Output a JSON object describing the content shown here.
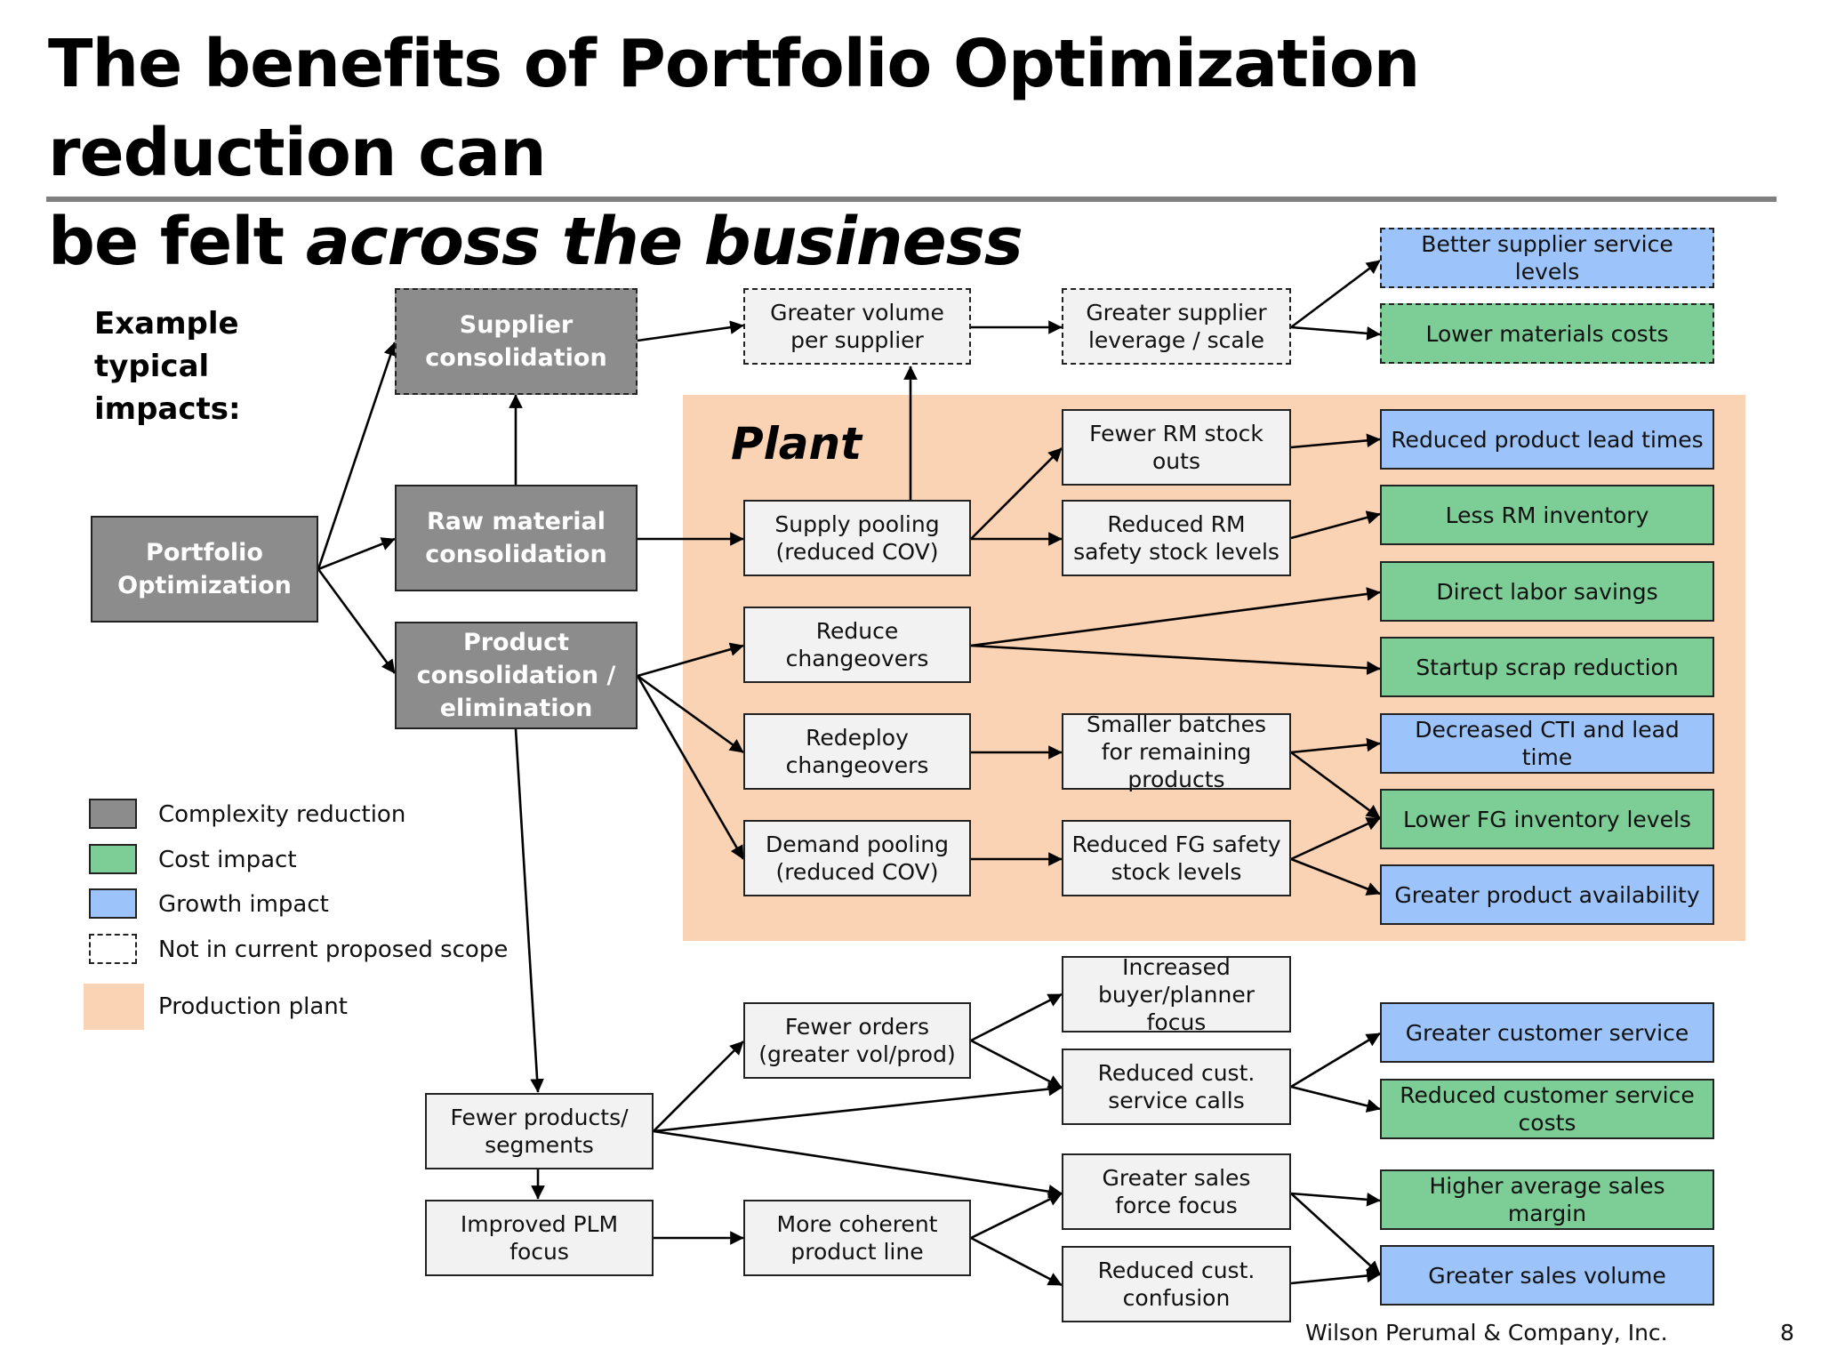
{
  "title": {
    "line1": "The benefits of Portfolio Optimization reduction can",
    "line2_plain": "be felt ",
    "line2_italic": "across the business"
  },
  "impacts_label": [
    "Example",
    "typical",
    "impacts:"
  ],
  "plant_label": "Plant",
  "nodes": {
    "portfolio": [
      "Portfolio",
      "Optimization"
    ],
    "supplier_consolidation": [
      "Supplier",
      "consolidation"
    ],
    "raw_material": [
      "Raw material",
      "consolidation"
    ],
    "product_consolidation": [
      "Product",
      "consolidation /",
      "elimination"
    ],
    "greater_volume": [
      "Greater volume",
      "per supplier"
    ],
    "supplier_leverage": [
      "Greater supplier",
      "leverage / scale"
    ],
    "better_supplier": [
      "Better supplier service levels"
    ],
    "lower_materials": [
      "Lower materials costs"
    ],
    "supply_pooling": [
      "Supply pooling",
      "(reduced COV)"
    ],
    "fewer_rm_stockouts": [
      "Fewer RM stock",
      "outs"
    ],
    "reduced_rm_safety": [
      "Reduced RM",
      "safety stock levels"
    ],
    "reduced_lead_times": [
      "Reduced product lead times"
    ],
    "less_rm_inventory": [
      "Less RM inventory"
    ],
    "direct_labor": [
      "Direct labor savings"
    ],
    "startup_scrap": [
      "Startup scrap reduction"
    ],
    "reduce_changeovers": [
      "Reduce",
      "changeovers"
    ],
    "redeploy_changeovers": [
      "Redeploy",
      "changeovers"
    ],
    "smaller_batches": [
      "Smaller batches",
      "for remaining",
      "products"
    ],
    "decreased_cti": [
      "Decreased CTI and lead time"
    ],
    "lower_fg": [
      "Lower FG inventory levels"
    ],
    "demand_pooling": [
      "Demand pooling",
      "(reduced COV)"
    ],
    "reduced_fg_safety": [
      "Reduced FG safety",
      "stock levels"
    ],
    "greater_availability": [
      "Greater product availability"
    ],
    "fewer_products": [
      "Fewer products/",
      "segments"
    ],
    "improved_plm": [
      "Improved PLM",
      "focus"
    ],
    "fewer_orders": [
      "Fewer orders",
      "(greater vol/prod)"
    ],
    "more_coherent": [
      "More coherent",
      "product line"
    ],
    "increased_buyer": [
      "Increased",
      "buyer/planner",
      "focus"
    ],
    "reduced_service_calls": [
      "Reduced cust.",
      "service calls"
    ],
    "greater_sales_focus": [
      "Greater sales",
      "force focus"
    ],
    "reduced_confusion": [
      "Reduced cust.",
      "confusion"
    ],
    "greater_customer_service": [
      "Greater customer service"
    ],
    "reduced_service_costs": [
      "Reduced customer service",
      "costs"
    ],
    "higher_margin": [
      "Higher average sales margin"
    ],
    "greater_sales_volume": [
      "Greater sales volume"
    ]
  },
  "legend": [
    {
      "label": "Complexity reduction",
      "color": "#8c8c8c",
      "style": "solid"
    },
    {
      "label": "Cost impact",
      "color": "#7ccd96",
      "style": "solid"
    },
    {
      "label": "Growth impact",
      "color": "#9dc3fb",
      "style": "solid"
    },
    {
      "label": "Not in current proposed scope",
      "color": "#ffffff",
      "style": "dashed"
    },
    {
      "label": "Production plant",
      "color": "#fad2b4",
      "style": "fill"
    }
  ],
  "colors": {
    "complexity": "#8c8c8c",
    "cost": "#7ccd96",
    "growth": "#9dc3fb",
    "plant": "#fad2b4",
    "neutral": "#f2f2f2"
  },
  "footer": "Wilson Perumal & Company, Inc.",
  "page_number": "8"
}
